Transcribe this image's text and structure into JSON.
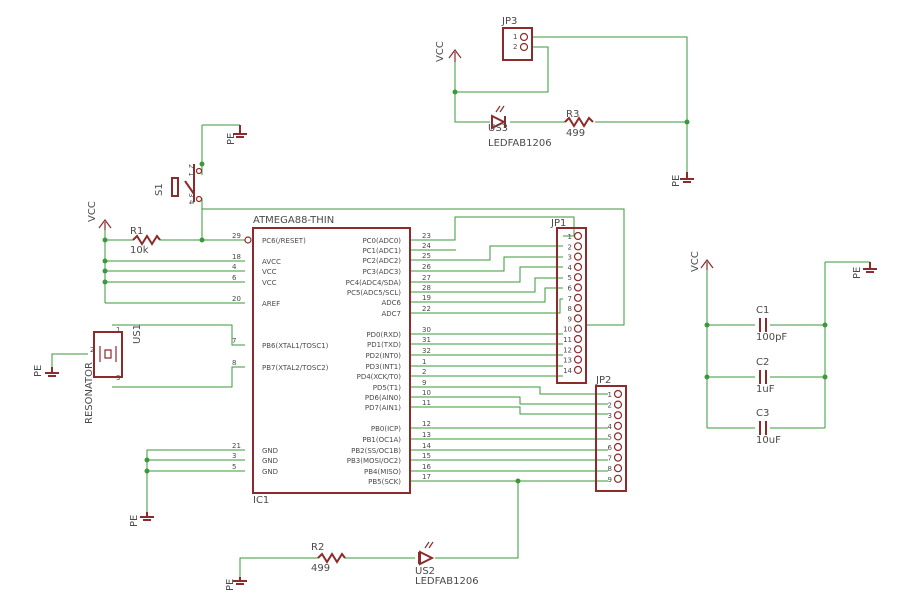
{
  "labels": {
    "vcc": "VCC",
    "pe": "PE",
    "jp3": "JP3",
    "us3": "US3",
    "led3_value": "LEDFAB1206",
    "r3": "R3",
    "r3_value": "499",
    "s1": "S1",
    "r1": "R1",
    "r1_value": "10k",
    "ic": "ATMEGA88-THIN",
    "ic1": "IC1",
    "jp1": "JP1",
    "jp2": "JP2",
    "us1": "US1",
    "resonator": "RESONATOR",
    "r2": "R2",
    "r2_value": "499",
    "us2": "US2",
    "led2_value": "LEDFAB1206",
    "c1": "C1",
    "c1_value": "100pF",
    "c2": "C2",
    "c2_value": "1uF",
    "c3": "C3",
    "c3_value": "10uF"
  },
  "ic_left": [
    {
      "num": "29",
      "name": "PC6(/RESET)"
    },
    {
      "num": "18",
      "name": "AVCC"
    },
    {
      "num": "4",
      "name": "VCC"
    },
    {
      "num": "6",
      "name": "VCC"
    },
    {
      "num": "20",
      "name": "AREF"
    },
    {
      "num": "7",
      "name": "PB6(XTAL1/TOSC1)"
    },
    {
      "num": "8",
      "name": "PB7(XTAL2/TOSC2)"
    },
    {
      "num": "21",
      "name": "GND"
    },
    {
      "num": "3",
      "name": "GND"
    },
    {
      "num": "5",
      "name": "GND"
    }
  ],
  "ic_right": [
    {
      "num": "23",
      "name": "PC0(ADC0)"
    },
    {
      "num": "24",
      "name": "PC1(ADC1)"
    },
    {
      "num": "25",
      "name": "PC2(ADC2)"
    },
    {
      "num": "26",
      "name": "PC3(ADC3)"
    },
    {
      "num": "27",
      "name": "PC4(ADC4/SDA)"
    },
    {
      "num": "28",
      "name": "PC5(ADC5/SCL)"
    },
    {
      "num": "19",
      "name": "ADC6"
    },
    {
      "num": "22",
      "name": "ADC7"
    },
    {
      "num": "30",
      "name": "PD0(RXD)"
    },
    {
      "num": "31",
      "name": "PD1(TXD)"
    },
    {
      "num": "32",
      "name": "PD2(INT0)"
    },
    {
      "num": "1",
      "name": "PD3(INT1)"
    },
    {
      "num": "2",
      "name": "PD4(XCK/T0)"
    },
    {
      "num": "9",
      "name": "PD5(T1)"
    },
    {
      "num": "10",
      "name": "PD6(AIN0)"
    },
    {
      "num": "11",
      "name": "PD7(AIN1)"
    },
    {
      "num": "12",
      "name": "PB0(ICP)"
    },
    {
      "num": "13",
      "name": "PB1(OC1A)"
    },
    {
      "num": "14",
      "name": "PB2(SS/OC1B)"
    },
    {
      "num": "15",
      "name": "PB3(MOSI/OC2)"
    },
    {
      "num": "16",
      "name": "PB4(MISO)"
    },
    {
      "num": "17",
      "name": "PB5(SCK)"
    }
  ],
  "jp1_pins": [
    "1",
    "2",
    "3",
    "4",
    "5",
    "6",
    "7",
    "8",
    "9",
    "10",
    "11",
    "12",
    "13",
    "14"
  ],
  "jp2_pins": [
    "1",
    "2",
    "3",
    "4",
    "5",
    "6",
    "7",
    "8",
    "9"
  ],
  "jp3_pins": [
    "1",
    "2"
  ],
  "s1_pins": [
    "2",
    "1",
    "3",
    "4"
  ],
  "us1_pins": [
    "1",
    "2",
    "3"
  ]
}
